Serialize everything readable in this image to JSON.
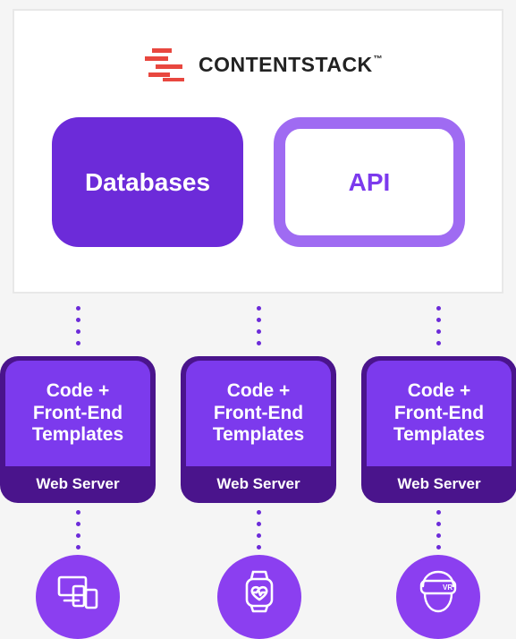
{
  "brand": {
    "name": "CONTENTSTACK",
    "trademark": "™"
  },
  "cms": {
    "databases_label": "Databases",
    "api_label": "API"
  },
  "servers": [
    {
      "code_label": "Code +\nFront-End\nTemplates",
      "footer_label": "Web Server"
    },
    {
      "code_label": "Code +\nFront-End\nTemplates",
      "footer_label": "Web Server"
    },
    {
      "code_label": "Code +\nFront-End\nTemplates",
      "footer_label": "Web Server"
    }
  ],
  "devices": [
    {
      "icon": "multi-device-icon"
    },
    {
      "icon": "smartwatch-heart-icon"
    },
    {
      "icon": "vr-headset-icon",
      "badge": "VR"
    }
  ],
  "colors": {
    "primary_purple": "#6c2bd9",
    "light_purple": "#9f6bf2",
    "dark_purple": "#4a148c",
    "logo_red": "#e8473f"
  }
}
